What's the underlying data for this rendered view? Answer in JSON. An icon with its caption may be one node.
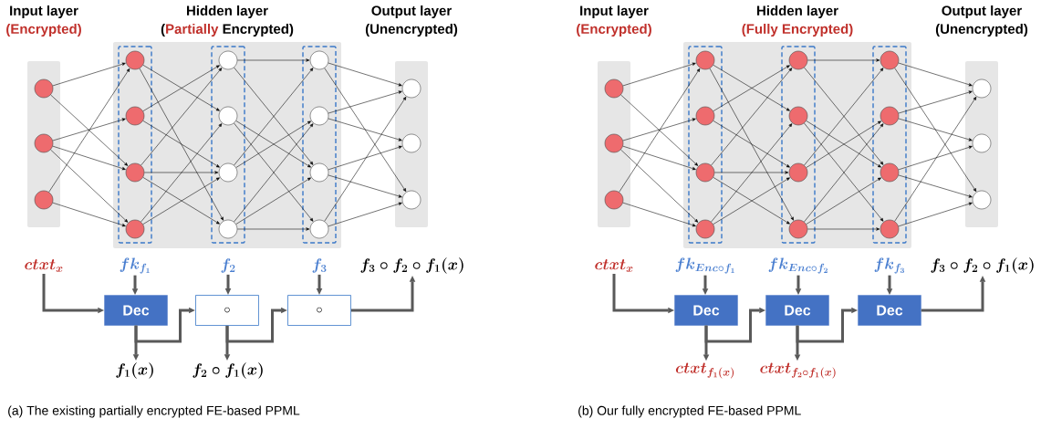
{
  "diagram": {
    "nodes": [
      {
        "text": [
          "Input layer",
          "(Encrypted)"
        ]
      },
      {
        "text": [
          "Hidden layer",
          "(**Partially** Encrypted)"
        ]
      },
      {
        "text": [
          "Output layer",
          "(Unencrypted)"
        ]
      },
      {
        "text": [],
        "shape": "box",
        "in": 1
      },
      {
        "text": [],
        "shape": "box",
        "in": 1
      },
      {
        "text": [],
        "shape": "box",
        "in": 1
      },
      {
        "text": [],
        "shape": "circle",
        "in": 0
      },
      {
        "text": [],
        "shape": "circle",
        "in": 0
      },
      {
        "text": [],
        "shape": "circle",
        "in": 0
      },
      {
        "text": [],
        "shape": "circle",
        "in": 3
      },
      {
        "text": [],
        "shape": "circle",
        "in": 3
      },
      {
        "text": [],
        "shape": "circle",
        "in": 3
      },
      {
        "text": [],
        "shape": "circle",
        "in": 3
      },
      {
        "text": [],
        "shape": "circle",
        "in": 4
      },
      {
        "text": [],
        "shape": "circle",
        "in": 4
      },
      {
        "text": [],
        "shape": "circle",
        "in": 4
      },
      {
        "text": [],
        "shape": "circle",
        "in": 4
      },
      {
        "text": [],
        "shape": "circle",
        "in": 5
      },
      {
        "text": [],
        "shape": "circle",
        "in": 5
      },
      {
        "text": [],
        "shape": "circle",
        "in": 5
      },
      {
        "text": [],
        "shape": "circle",
        "in": 5
      },
      {
        "text": [],
        "shape": "circle",
        "in": 2
      },
      {
        "text": [],
        "shape": "circle",
        "in": 2
      },
      {
        "text": [],
        "shape": "circle",
        "in": 2
      },
      {
        "text": [
          "ctxt_{x}"
        ]
      },
      {
        "text": [
          "fk_{f_{1}}"
        ]
      },
      {
        "text": [
          "f_{2}"
        ]
      },
      {
        "text": [
          "f_{3}"
        ]
      },
      {
        "text": [
          "f_{3}\\circ f_{2}\\circ f_{1}(x)"
        ]
      },
      {
        "text": [
          "Dec"
        ]
      },
      {
        "text": [
          "\\circ"
        ]
      },
      {
        "text": [
          "\\circ"
        ]
      },
      {
        "text": [
          "f_{1}(x)"
        ]
      },
      {
        "text": [
          "f_{2}\\circ f_{1}(x)"
        ]
      },
      {
        "text": [
          "Input layer",
          "(Encrypted)"
        ]
      },
      {
        "text": [
          "Hidden layer",
          "(Fully Encrypted)"
        ]
      },
      {
        "text": [
          "Output layer",
          "(Unencrypted)"
        ]
      },
      {
        "text": [],
        "shape": "box",
        "in": 35
      },
      {
        "text": [],
        "shape": "box",
        "in": 35
      },
      {
        "text": [],
        "shape": "box",
        "in": 35
      },
      {
        "text": [],
        "shape": "circle",
        "in": 34
      },
      {
        "text": [],
        "shape": "circle",
        "in": 34
      },
      {
        "text": [],
        "shape": "circle",
        "in": 34
      },
      {
        "text": [],
        "shape": "circle",
        "in": 37
      },
      {
        "text": [],
        "shape": "circle",
        "in": 37
      },
      {
        "text": [],
        "shape": "circle",
        "in": 37
      },
      {
        "text": [],
        "shape": "circle",
        "in": 37
      },
      {
        "text": [],
        "shape": "circle",
        "in": 38
      },
      {
        "text": [],
        "shape": "circle",
        "in": 38
      },
      {
        "text": [],
        "shape": "circle",
        "in": 38
      },
      {
        "text": [],
        "shape": "circle",
        "in": 38
      },
      {
        "text": [],
        "shape": "circle",
        "in": 39
      },
      {
        "text": [],
        "shape": "circle",
        "in": 39
      },
      {
        "text": [],
        "shape": "circle",
        "in": 39
      },
      {
        "text": [],
        "shape": "circle",
        "in": 39
      },
      {
        "text": [],
        "shape": "circle",
        "in": 36
      },
      {
        "text": [],
        "shape": "circle",
        "in": 36
      },
      {
        "text": [],
        "shape": "circle",
        "in": 36
      },
      {
        "text": [
          "ctxt_{x}"
        ]
      },
      {
        "text": [
          "fk_{Enc\\circ f_{1}}"
        ]
      },
      {
        "text": [
          "fk_{Enc\\circ f_{2}}"
        ]
      },
      {
        "text": [
          "fk_{f_{3}}"
        ]
      },
      {
        "text": [
          "f_{3}\\circ f_{2}\\circ f_{1}(x)"
        ]
      },
      {
        "text": [
          "Dec"
        ]
      },
      {
        "text": [
          "Dec"
        ]
      },
      {
        "text": [
          "Dec"
        ]
      },
      {
        "text": [
          "ctxt_{f_{1}(x)}"
        ]
      },
      {
        "text": [
          "ctxt_{f_{2}\\circ f_{1}(x)}"
        ]
      }
    ],
    "edges": [
      {
        "from": 6,
        "to": 9,
        "arrow": "to"
      },
      {
        "from": 6,
        "to": 11,
        "arrow": "to"
      },
      {
        "from": 7,
        "to": 10,
        "arrow": "to"
      },
      {
        "from": 7,
        "to": 11,
        "arrow": "to"
      },
      {
        "from": 7,
        "to": 12,
        "arrow": "to"
      },
      {
        "from": 8,
        "to": 9,
        "arrow": "to"
      },
      {
        "from": 8,
        "to": 12,
        "arrow": "to"
      },
      {
        "from": 9,
        "to": 14,
        "arrow": "to"
      },
      {
        "from": 9,
        "to": 16,
        "arrow": "to"
      },
      {
        "from": 10,
        "to": 13,
        "arrow": "to"
      },
      {
        "from": 10,
        "to": 15,
        "arrow": "to"
      },
      {
        "from": 11,
        "to": 13,
        "arrow": "to"
      },
      {
        "from": 11,
        "to": 15,
        "arrow": "to"
      },
      {
        "from": 11,
        "to": 16,
        "arrow": "to"
      },
      {
        "from": 12,
        "to": 14,
        "arrow": "to"
      },
      {
        "from": 12,
        "to": 15,
        "arrow": "to"
      },
      {
        "from": 13,
        "to": 17,
        "arrow": "to"
      },
      {
        "from": 13,
        "to": 19,
        "arrow": "to"
      },
      {
        "from": 14,
        "to": 19,
        "arrow": "to"
      },
      {
        "from": 14,
        "to": 20,
        "arrow": "to"
      },
      {
        "from": 15,
        "to": 17,
        "arrow": "to"
      },
      {
        "from": 15,
        "to": 18,
        "arrow": "to"
      },
      {
        "from": 16,
        "to": 18,
        "arrow": "to"
      },
      {
        "from": 16,
        "to": 19,
        "arrow": "to"
      },
      {
        "from": 16,
        "to": 20,
        "arrow": "to"
      },
      {
        "from": 17,
        "to": 21,
        "arrow": "to"
      },
      {
        "from": 17,
        "to": 23,
        "arrow": "to"
      },
      {
        "from": 18,
        "to": 21,
        "arrow": "to"
      },
      {
        "from": 18,
        "to": 22,
        "arrow": "to"
      },
      {
        "from": 19,
        "to": 22,
        "arrow": "to"
      },
      {
        "from": 19,
        "to": 23,
        "arrow": "to"
      },
      {
        "from": 20,
        "to": 21,
        "arrow": "to"
      },
      {
        "from": 20,
        "to": 23,
        "arrow": "to"
      },
      {
        "from": 24,
        "to": 29,
        "arrow": "to",
        "style": "thick",
        "color": "#595959"
      },
      {
        "from": 25,
        "to": 29,
        "arrow": "to",
        "style": "thick",
        "color": "#595959"
      },
      {
        "from": 29,
        "to": 32,
        "arrow": "to",
        "style": "thick",
        "color": "#595959"
      },
      {
        "from": 29,
        "to": 30,
        "arrow": "to",
        "style": "thick",
        "color": "#595959"
      },
      {
        "from": 26,
        "to": 30,
        "arrow": "to",
        "style": "thick",
        "color": "#595959"
      },
      {
        "from": 30,
        "to": 33,
        "arrow": "to",
        "style": "thick",
        "color": "#595959"
      },
      {
        "from": 30,
        "to": 31,
        "arrow": "to",
        "style": "thick",
        "color": "#595959"
      },
      {
        "from": 27,
        "to": 31,
        "arrow": "to",
        "style": "thick",
        "color": "#595959"
      },
      {
        "from": 31,
        "to": 28,
        "arrow": "to",
        "style": "thick",
        "color": "#595959"
      },
      {
        "from": 40,
        "to": 43,
        "arrow": "to"
      },
      {
        "from": 40,
        "to": 45,
        "arrow": "to"
      },
      {
        "from": 41,
        "to": 44,
        "arrow": "to"
      },
      {
        "from": 41,
        "to": 45,
        "arrow": "to"
      },
      {
        "from": 41,
        "to": 46,
        "arrow": "to"
      },
      {
        "from": 42,
        "to": 43,
        "arrow": "to"
      },
      {
        "from": 42,
        "to": 46,
        "arrow": "to"
      },
      {
        "from": 43,
        "to": 48,
        "arrow": "to"
      },
      {
        "from": 43,
        "to": 50,
        "arrow": "to"
      },
      {
        "from": 44,
        "to": 47,
        "arrow": "to"
      },
      {
        "from": 44,
        "to": 49,
        "arrow": "to"
      },
      {
        "from": 45,
        "to": 47,
        "arrow": "to"
      },
      {
        "from": 45,
        "to": 49,
        "arrow": "to"
      },
      {
        "from": 45,
        "to": 50,
        "arrow": "to"
      },
      {
        "from": 46,
        "to": 48,
        "arrow": "to"
      },
      {
        "from": 46,
        "to": 49,
        "arrow": "to"
      },
      {
        "from": 47,
        "to": 51,
        "arrow": "to"
      },
      {
        "from": 47,
        "to": 53,
        "arrow": "to"
      },
      {
        "from": 48,
        "to": 53,
        "arrow": "to"
      },
      {
        "from": 48,
        "to": 54,
        "arrow": "to"
      },
      {
        "from": 49,
        "to": 51,
        "arrow": "to"
      },
      {
        "from": 49,
        "to": 52,
        "arrow": "to"
      },
      {
        "from": 50,
        "to": 52,
        "arrow": "to"
      },
      {
        "from": 50,
        "to": 53,
        "arrow": "to"
      },
      {
        "from": 50,
        "to": 54,
        "arrow": "to"
      },
      {
        "from": 51,
        "to": 55,
        "arrow": "to"
      },
      {
        "from": 51,
        "to": 57,
        "arrow": "to"
      },
      {
        "from": 52,
        "to": 55,
        "arrow": "to"
      },
      {
        "from": 52,
        "to": 56,
        "arrow": "to"
      },
      {
        "from": 53,
        "to": 56,
        "arrow": "to"
      },
      {
        "from": 53,
        "to": 57,
        "arrow": "to"
      },
      {
        "from": 54,
        "to": 55,
        "arrow": "to"
      },
      {
        "from": 54,
        "to": 57,
        "arrow": "to"
      },
      {
        "from": 58,
        "to": 63,
        "arrow": "to",
        "style": "thick",
        "color": "#595959"
      },
      {
        "from": 59,
        "to": 63,
        "arrow": "to",
        "style": "thick",
        "color": "#595959"
      },
      {
        "from": 63,
        "to": 66,
        "arrow": "to",
        "style": "thick",
        "color": "#595959"
      },
      {
        "from": 63,
        "to": 64,
        "arrow": "to",
        "style": "thick",
        "color": "#595959"
      },
      {
        "from": 60,
        "to": 64,
        "arrow": "to",
        "style": "thick",
        "color": "#595959"
      },
      {
        "from": 64,
        "to": 67,
        "arrow": "to",
        "style": "thick",
        "color": "#595959"
      },
      {
        "from": 64,
        "to": 65,
        "arrow": "to",
        "style": "thick",
        "color": "#595959"
      },
      {
        "from": 61,
        "to": 65,
        "arrow": "to",
        "style": "thick",
        "color": "#595959"
      },
      {
        "from": 65,
        "to": 62,
        "arrow": "to",
        "style": "thick",
        "color": "#595959"
      }
    ],
    "labels": [
      "(a) The existing partially encrypted FE-based PPML",
      "(b) Our fully encrypted FE-based PPML"
    ]
  }
}
